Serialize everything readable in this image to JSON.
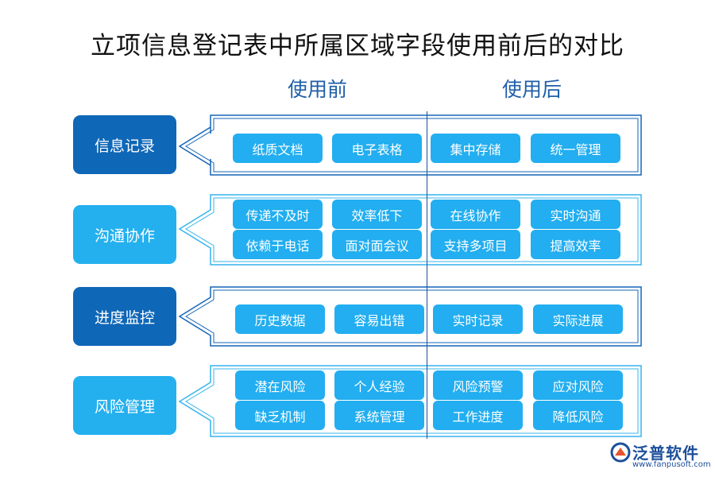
{
  "title": "立项信息登记表中所属区域字段使用前后的对比",
  "columns": {
    "before": "使用前",
    "after": "使用后"
  },
  "rows": [
    {
      "category": "信息记录",
      "before": [
        "纸质文档",
        "电子表格"
      ],
      "after": [
        "集中存储",
        "统一管理"
      ]
    },
    {
      "category": "沟通协作",
      "before": [
        "传递不及时",
        "效率低下",
        "依赖于电话",
        "面对面会议"
      ],
      "after": [
        "在线协作",
        "实时沟通",
        "支持多项目",
        "提高效率"
      ]
    },
    {
      "category": "进度监控",
      "before": [
        "历史数据",
        "容易出错"
      ],
      "after": [
        "实时记录",
        "实际进展"
      ]
    },
    {
      "category": "风险管理",
      "before": [
        "潜在风险",
        "个人经验",
        "缺乏机制",
        "系统管理"
      ],
      "after": [
        "风险预警",
        "应对风险",
        "工作进度",
        "降低风险"
      ]
    }
  ],
  "brand": {
    "name": "泛普软件",
    "url": "www.fanpusoft.com"
  },
  "colors": {
    "dark_blue": "#0f67b7",
    "light_blue": "#24b0ee",
    "pill": "#22aef0",
    "heading": "#1f5fa8"
  }
}
